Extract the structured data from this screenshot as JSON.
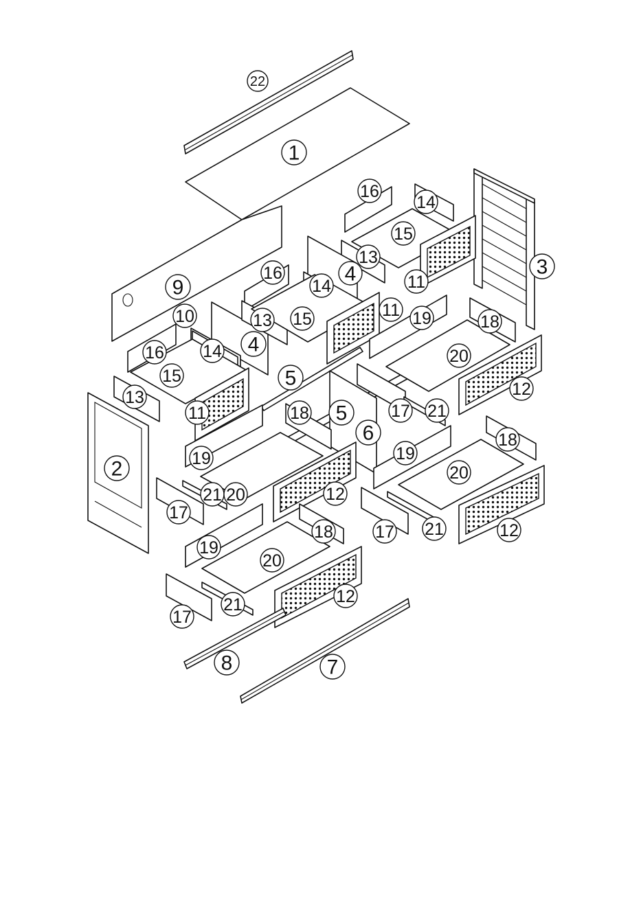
{
  "callouts": [
    {
      "id": "c22a",
      "text": "22"
    },
    {
      "id": "c1a",
      "text": "1"
    },
    {
      "id": "c16a",
      "text": "16"
    },
    {
      "id": "c14a",
      "text": "14"
    },
    {
      "id": "c15a",
      "text": "15"
    },
    {
      "id": "c13a",
      "text": "13"
    },
    {
      "id": "c4a",
      "text": "4"
    },
    {
      "id": "c11a",
      "text": "11"
    },
    {
      "id": "c3a",
      "text": "3"
    },
    {
      "id": "c16b",
      "text": "16"
    },
    {
      "id": "c14b",
      "text": "14"
    },
    {
      "id": "c9a",
      "text": "9"
    },
    {
      "id": "c10a",
      "text": "10"
    },
    {
      "id": "c13b",
      "text": "13"
    },
    {
      "id": "c15b",
      "text": "15"
    },
    {
      "id": "c11b",
      "text": "11"
    },
    {
      "id": "c19a",
      "text": "19"
    },
    {
      "id": "c18a",
      "text": "18"
    },
    {
      "id": "c4b",
      "text": "4"
    },
    {
      "id": "c16c",
      "text": "16"
    },
    {
      "id": "c14c",
      "text": "14"
    },
    {
      "id": "c20a",
      "text": "20"
    },
    {
      "id": "c15c",
      "text": "15"
    },
    {
      "id": "c5a",
      "text": "5"
    },
    {
      "id": "c13c",
      "text": "13"
    },
    {
      "id": "c12a",
      "text": "12"
    },
    {
      "id": "c11c",
      "text": "11"
    },
    {
      "id": "c18b",
      "text": "18"
    },
    {
      "id": "c5b",
      "text": "5"
    },
    {
      "id": "c17a",
      "text": "17"
    },
    {
      "id": "c21a",
      "text": "21"
    },
    {
      "id": "c6a",
      "text": "6"
    },
    {
      "id": "c18c",
      "text": "18"
    },
    {
      "id": "c2a",
      "text": "2"
    },
    {
      "id": "c19b",
      "text": "19"
    },
    {
      "id": "c19c",
      "text": "19"
    },
    {
      "id": "c20b",
      "text": "20"
    },
    {
      "id": "c21b",
      "text": "21"
    },
    {
      "id": "c20c",
      "text": "20"
    },
    {
      "id": "c12b",
      "text": "12"
    },
    {
      "id": "c17b",
      "text": "17"
    },
    {
      "id": "c18d",
      "text": "18"
    },
    {
      "id": "c17c",
      "text": "17"
    },
    {
      "id": "c21c",
      "text": "21"
    },
    {
      "id": "c12c",
      "text": "12"
    },
    {
      "id": "c19d",
      "text": "19"
    },
    {
      "id": "c20d",
      "text": "20"
    },
    {
      "id": "c21d",
      "text": "21"
    },
    {
      "id": "c12d",
      "text": "12"
    },
    {
      "id": "c17d",
      "text": "17"
    },
    {
      "id": "c8a",
      "text": "8"
    },
    {
      "id": "c7a",
      "text": "7"
    }
  ]
}
